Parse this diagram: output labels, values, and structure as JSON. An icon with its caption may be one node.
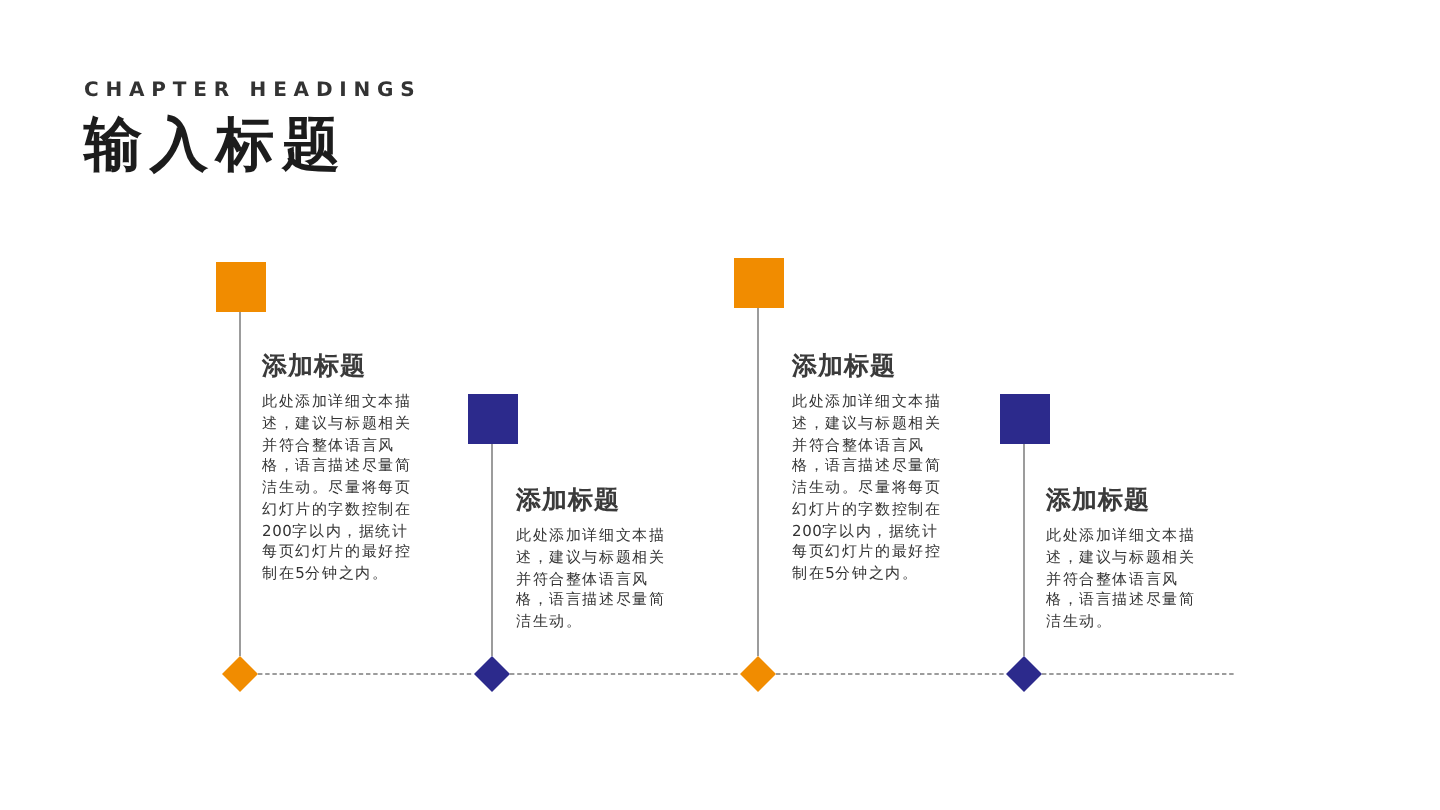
{
  "diagram": {
    "title": "输入标题",
    "nodes": [
      {
        "text": [],
        "shape": "box",
        "beside": [
          "添加标题",
          "此处添加详细文本描述，建议与标题相关并符合整体语言风格，语言描述尽量简洁生动。尽量将每页幻灯片的字数控制在200字以内，据统计每页幻灯片的最好控制在5分钟之内。"
        ]
      },
      {
        "text": [],
        "shape": "box",
        "beside": [
          "添加标题",
          "此处添加详细文本描述，建议与标题相关并符合整体语言风格，语言描述尽量简洁生动。"
        ]
      },
      {
        "text": [],
        "shape": "box",
        "beside": [
          "添加标题",
          "此处添加详细文本描述，建议与标题相关并符合整体语言风格，语言描述尽量简洁生动。尽量将每页幻灯片的字数控制在200字以内，据统计每页幻灯片的最好控制在5分钟之内。"
        ]
      },
      {
        "text": [],
        "shape": "box",
        "beside": [
          "添加标题",
          "此处添加详细文本描述，建议与标题相关并符合整体语言风格，语言描述尽量简洁生动。"
        ]
      },
      {
        "text": [],
        "shape": "diamond"
      },
      {
        "text": [],
        "shape": "diamond"
      },
      {
        "text": [],
        "shape": "diamond"
      },
      {
        "text": [],
        "shape": "diamond"
      }
    ],
    "edges": [
      {
        "from": 0,
        "to": 4,
        "arrow": "none"
      },
      {
        "from": 1,
        "to": 5,
        "arrow": "none"
      },
      {
        "from": 2,
        "to": 6,
        "arrow": "none"
      },
      {
        "from": 3,
        "to": 7,
        "arrow": "none"
      },
      {
        "from": 4,
        "to": 5,
        "arrow": "none",
        "style": "dashed"
      },
      {
        "from": 5,
        "to": 6,
        "arrow": "none",
        "style": "dashed"
      },
      {
        "from": 6,
        "to": 7,
        "arrow": "none",
        "style": "dashed"
      },
      {
        "from": 7,
        "to": null,
        "arrow": "none",
        "style": "dashed"
      }
    ],
    "labels": [
      "CHAPTER HEADINGS"
    ]
  }
}
